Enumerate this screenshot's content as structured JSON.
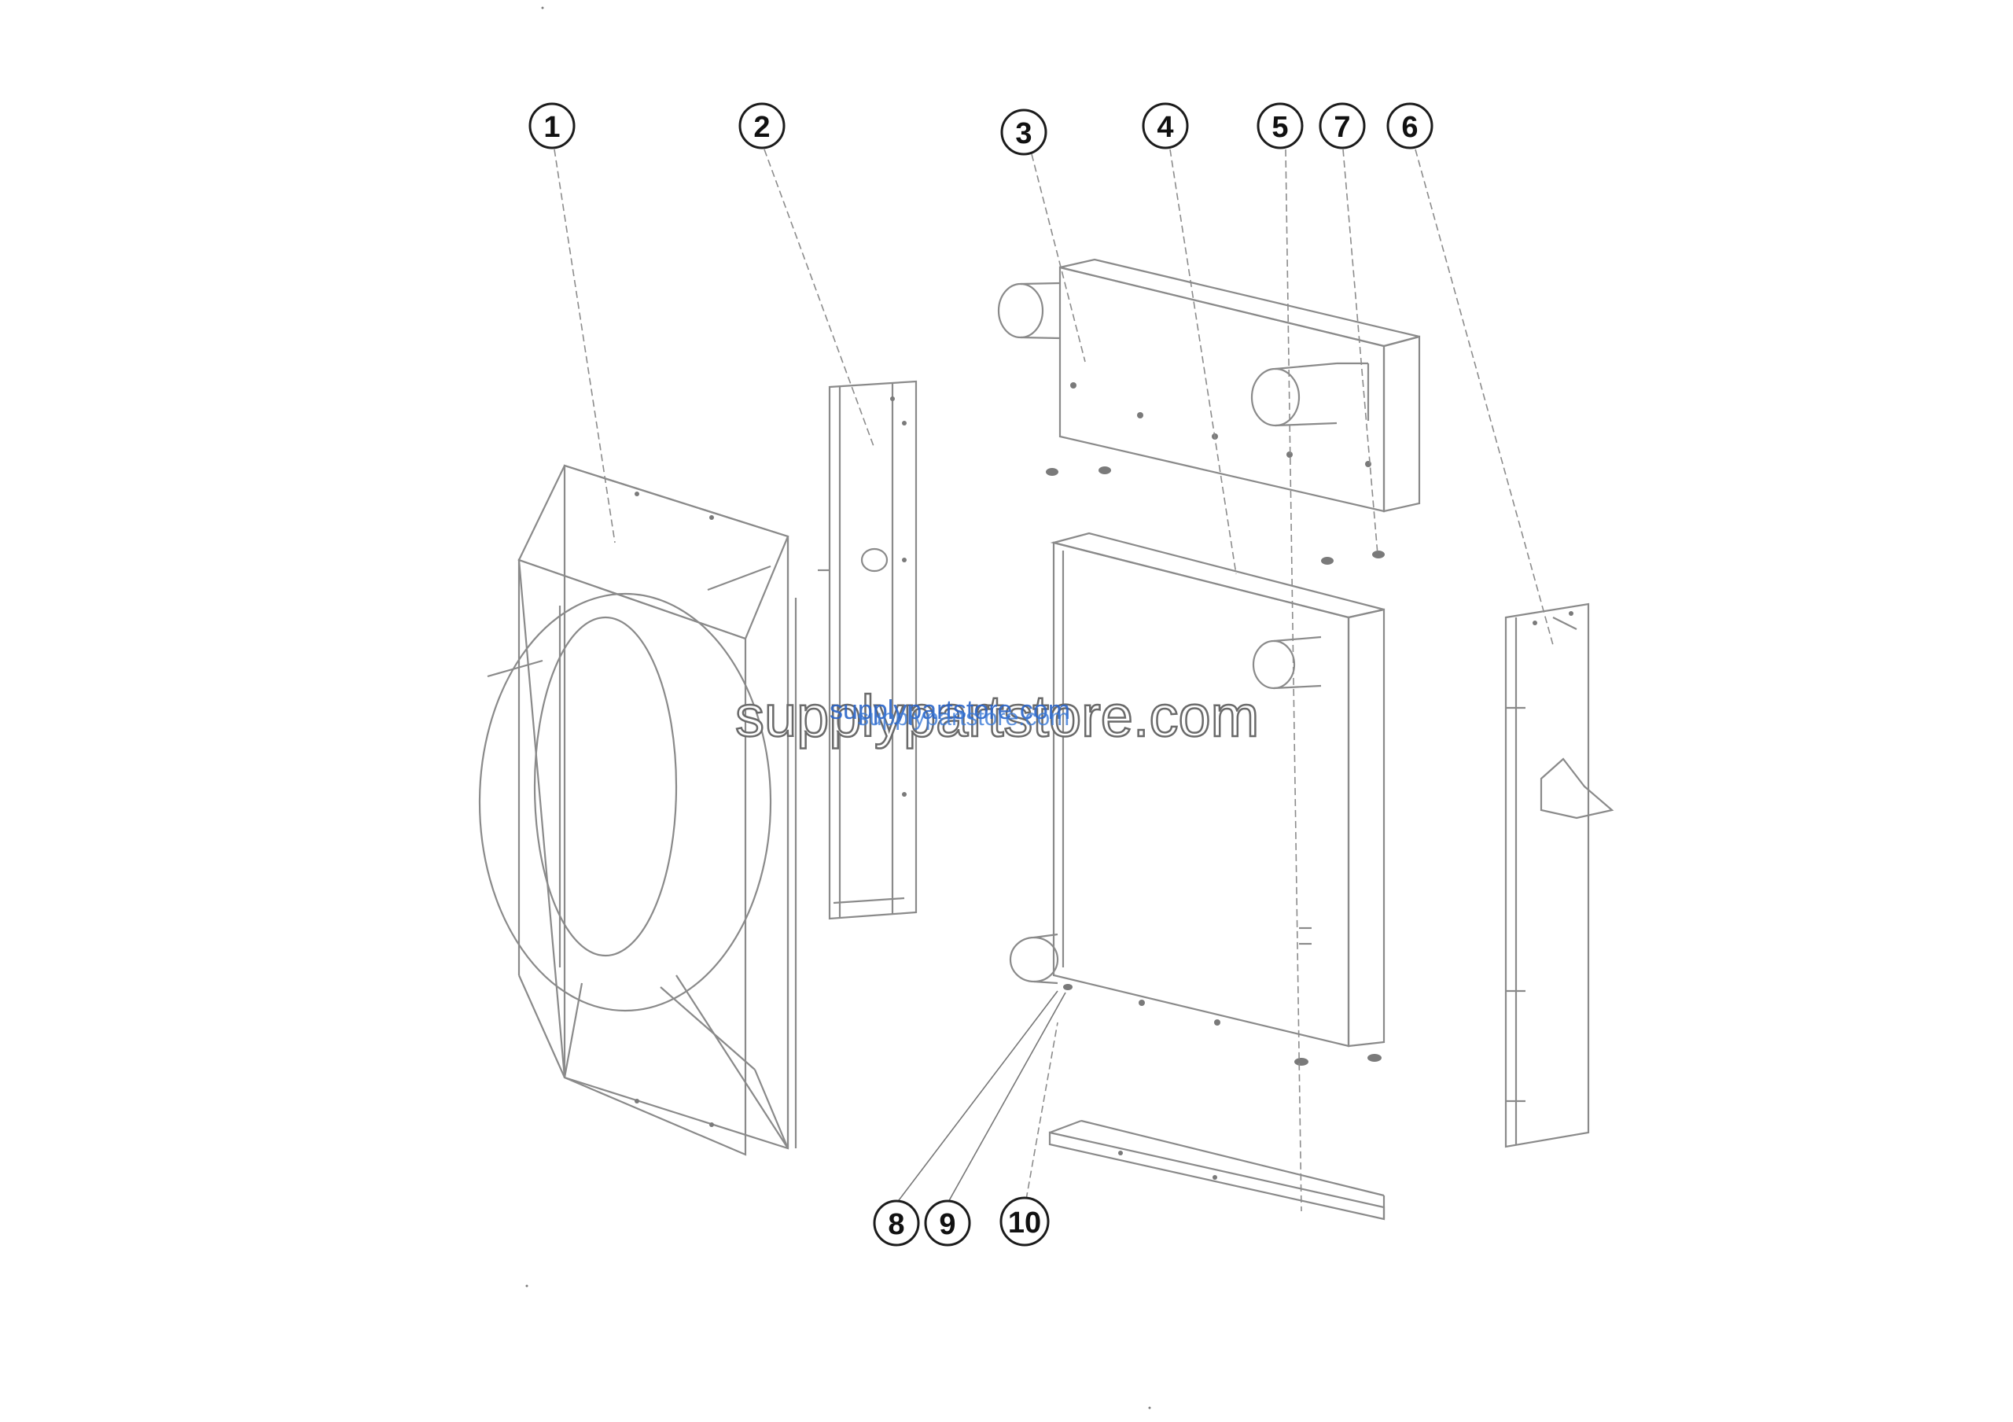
{
  "watermark": {
    "main": "supplypartstore.com",
    "overlay": "supplypartstore.com",
    "overlay2": "supplypartstore.com"
  },
  "callouts": [
    "1",
    "2",
    "3",
    "4",
    "5",
    "7",
    "6",
    "8",
    "9",
    "10"
  ],
  "colors": {
    "line": "#8a8a8a",
    "callout_stroke": "#1c1c1c",
    "watermark_blue": "#2a64c8"
  }
}
